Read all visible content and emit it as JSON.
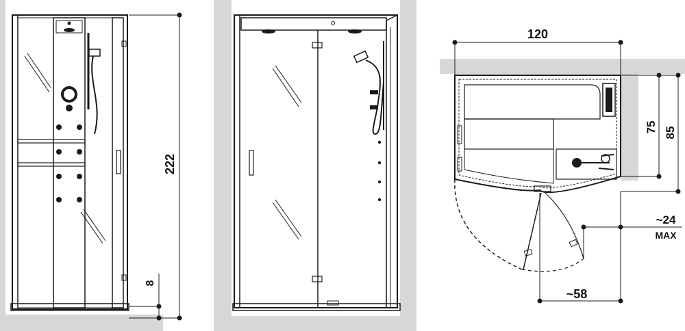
{
  "front_view": {
    "height_label": "222",
    "base_label": "8"
  },
  "side_view": {},
  "plan_view": {
    "width_label": "120",
    "depth_label_75": "75",
    "depth_label_85": "85",
    "door_clearance_label": "~24",
    "door_clearance_note": "MAX",
    "door_swing_label": "~58"
  },
  "colors": {
    "background_band": "#d7d7d7",
    "line": "#1a1a1a",
    "panel_dark": "#2a2a2a",
    "glass": "#ffffff"
  }
}
